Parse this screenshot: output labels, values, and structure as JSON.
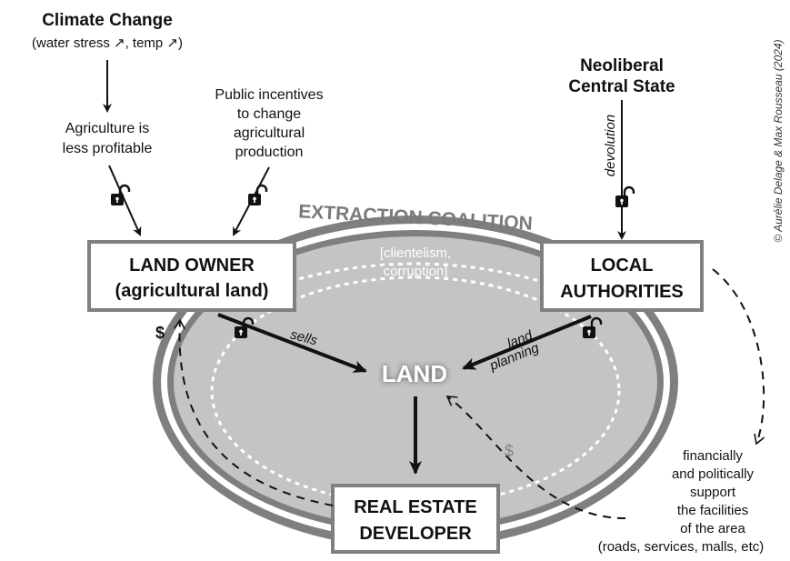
{
  "colors": {
    "ink": "#111111",
    "oval_fill": "#c4c4c4",
    "oval_ring": "#7f7f7f",
    "box_border": "#808080",
    "dashed_line": "#ffffff",
    "dollar_gray": "#888888"
  },
  "icons": [
    "padlock-open-icon",
    "arrow-up-right-icon",
    "arrow-icon"
  ],
  "diagram": {
    "climate": {
      "title": "Climate Change",
      "subtitle": "(water stress ↗, temp ↗)"
    },
    "agriculture": [
      "Agriculture is",
      "less profitable"
    ],
    "incentives": [
      "Public incentives",
      "to change",
      "agricultural",
      "production"
    ],
    "state": [
      "Neoliberal",
      "Central State"
    ],
    "devolution": "devolution",
    "coalition": "EXTRACTION COALITION",
    "clientelism": [
      "[clientelism,",
      "corruption]"
    ],
    "land_owner": [
      "LAND OWNER",
      "(agricultural land)"
    ],
    "local_authorities": [
      "LOCAL",
      "AUTHORITIES"
    ],
    "land": "LAND",
    "sells": "sells",
    "land_planning": [
      "land",
      "planning"
    ],
    "developer": [
      "REAL ESTATE",
      "DEVELOPER"
    ],
    "dollar_owner": "$",
    "dollar_dev": "$",
    "support": [
      "financially",
      "and politically",
      "support",
      "the facilities",
      "of the area",
      "(roads, services, malls, etc)"
    ],
    "credit": "© Aurélie Delage & Max Rousseau (2024)"
  }
}
